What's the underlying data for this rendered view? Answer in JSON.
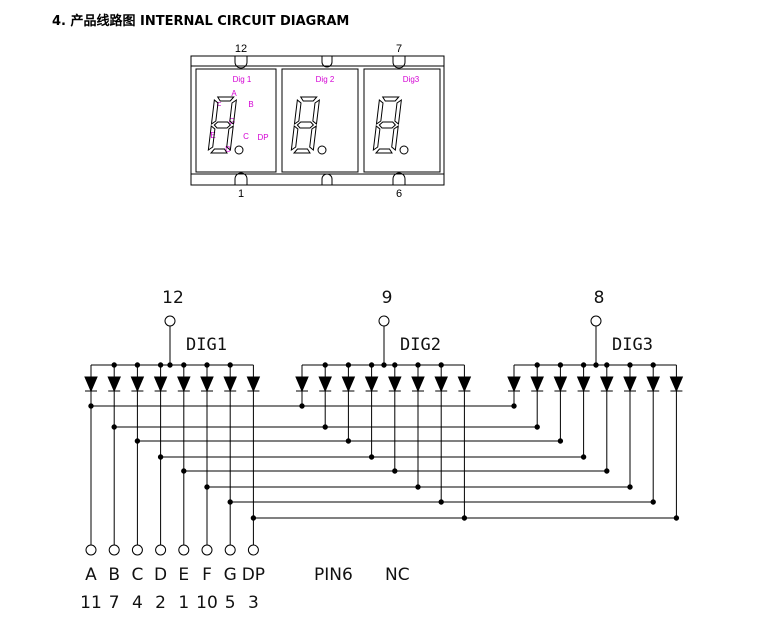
{
  "heading": "4.  产品线路图 INTERNAL CIRCUIT DIAGRAM",
  "package": {
    "top_pins": [
      "12",
      "7"
    ],
    "bottom_pins": [
      "1",
      "6"
    ],
    "digit_labels": [
      "Dig 1",
      "Dig 2",
      "Dig3"
    ],
    "segment_labels": [
      "A",
      "B",
      "C",
      "D",
      "E",
      "F",
      "G",
      "DP"
    ]
  },
  "schematic": {
    "common_pins": [
      "12",
      "9",
      "8"
    ],
    "digit_names": [
      "DIG1",
      "DIG2",
      "DIG3"
    ],
    "segments": [
      {
        "name": "A",
        "pin": "11"
      },
      {
        "name": "B",
        "pin": "7"
      },
      {
        "name": "C",
        "pin": "4"
      },
      {
        "name": "D",
        "pin": "2"
      },
      {
        "name": "E",
        "pin": "1"
      },
      {
        "name": "F",
        "pin": "10"
      },
      {
        "name": "G",
        "pin": "5"
      },
      {
        "name": "DP",
        "pin": "3"
      }
    ],
    "extra_label": "PIN6",
    "nc_label": "NC"
  }
}
